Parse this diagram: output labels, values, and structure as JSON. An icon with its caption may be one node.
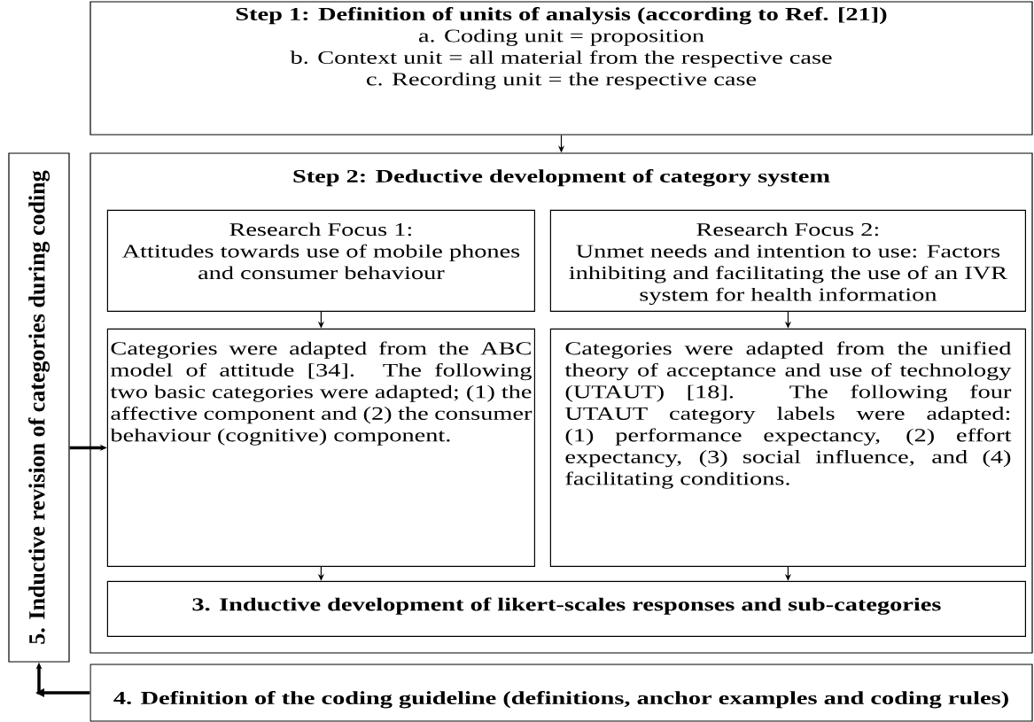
{
  "diagram": {
    "nodes": [
      {
        "text": [
          "Step 1: Definition of units of analysis (according to Ref. [21])",
          "a. Coding unit = proposition",
          "b. Context unit = all material from the respective case",
          "c. Recording unit = the respective case"
        ]
      },
      {
        "text": [
          "5. Inductive revision of categories during coding"
        ]
      },
      {
        "text": [
          "Step 2: Deductive development of category system"
        ]
      },
      {
        "text": [
          "Research Focus 1:",
          "Attitudes towards use of mobile phones and consumer behaviour"
        ],
        "in": 2
      },
      {
        "text": [
          "Research Focus 2:",
          "Unmet needs and intention to use: Factors inhibiting and facilitating the use of an IVR system for health information"
        ],
        "in": 2
      },
      {
        "text": [
          "Categories were adapted from the ABC model of attitude [34]. The following two basic categories were adapted; (1) the affective component and (2) the consumer behaviour (cognitive) component."
        ],
        "in": 2
      },
      {
        "text": [
          "Categories were adapted from the unified theory of acceptance and use of technology (UTAUT) [18]. The following four UTAUT category labels were adapted: (1) performance expectancy, (2) effort expectancy, (3) social influence, and (4) facilitating conditions."
        ],
        "in": 2
      },
      {
        "text": [
          "3. Inductive development of likert-scales responses and sub-categories"
        ],
        "in": 2
      },
      {
        "text": [
          "4. Definition of the coding guideline (definitions, anchor examples and coding rules)"
        ]
      }
    ],
    "edges": [
      {
        "from": 0,
        "to": 2,
        "arrow": "to"
      },
      {
        "from": 3,
        "to": 5,
        "arrow": "to"
      },
      {
        "from": 4,
        "to": 6,
        "arrow": "to"
      },
      {
        "from": 5,
        "to": 7,
        "arrow": "to"
      },
      {
        "from": 6,
        "to": 7,
        "arrow": "to"
      },
      {
        "from": 1,
        "to": 5,
        "arrow": "to",
        "style": "thick"
      },
      {
        "from": 8,
        "to": 1,
        "arrow": "to",
        "style": "thick"
      }
    ]
  }
}
